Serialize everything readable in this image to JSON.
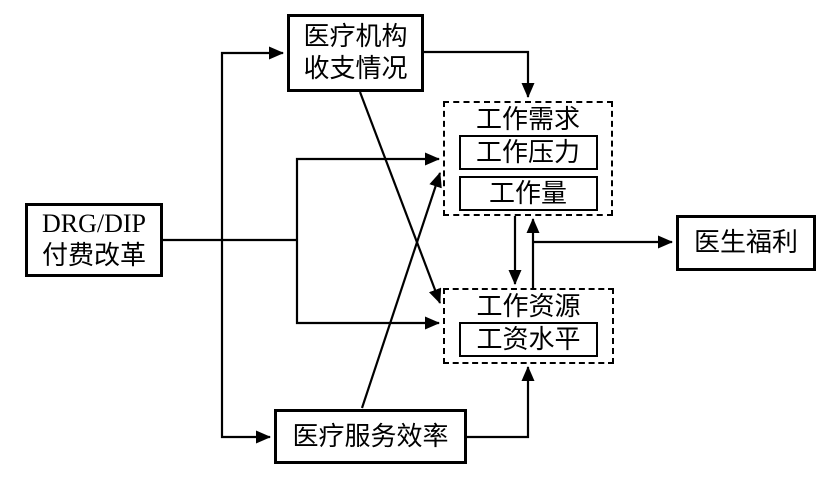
{
  "diagram": {
    "background_color": "#ffffff",
    "line_color": "#000000",
    "text_color": "#000000",
    "nodes": {
      "payment_reform": {
        "lines": [
          "DRG/DIP",
          "付费改革"
        ]
      },
      "institution_finance": {
        "lines": [
          "医疗机构",
          "收支情况"
        ]
      },
      "job_demands": {
        "title": "工作需求",
        "items": [
          "工作压力",
          "工作量"
        ]
      },
      "job_resources": {
        "title": "工作资源",
        "items": [
          "工资水平"
        ]
      },
      "service_efficiency": {
        "label": "医疗服务效率"
      },
      "doctor_welfare": {
        "label": "医生福利"
      }
    },
    "edges": [
      {
        "from": "payment_reform",
        "to": "institution_finance"
      },
      {
        "from": "payment_reform",
        "to": "service_efficiency"
      },
      {
        "from": "payment_reform",
        "to": "job_demands"
      },
      {
        "from": "payment_reform",
        "to": "job_resources"
      },
      {
        "from": "institution_finance",
        "to": "job_demands"
      },
      {
        "from": "institution_finance",
        "to": "job_resources"
      },
      {
        "from": "service_efficiency",
        "to": "job_demands"
      },
      {
        "from": "service_efficiency",
        "to": "job_resources"
      },
      {
        "from": "job_demands",
        "to": "job_resources"
      },
      {
        "from": "job_resources",
        "to": "job_demands"
      },
      {
        "from": "job_demands_job_resources",
        "to": "doctor_welfare"
      }
    ]
  }
}
